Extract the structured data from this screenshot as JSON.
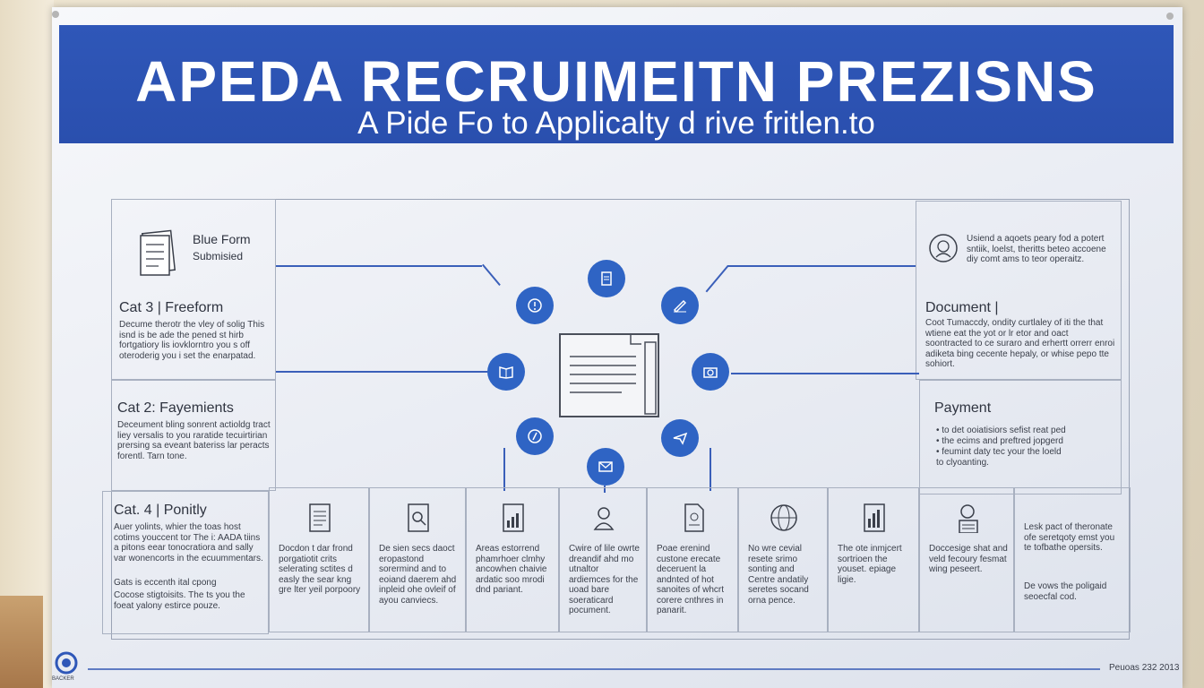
{
  "poster": {
    "title": "APEDA RECRUIMEITN PREZISNS",
    "subtitle": "A Pide Fo to Applicalty d rive fritlen.to"
  },
  "left_panel": {
    "form_label_1": "Blue Form",
    "form_label_2": "Submisied",
    "cat3": {
      "heading": "Cat 3 | Freeform",
      "body": "Decume therotr the vley of solig This isnd is be ade the pened st hirb fortgatiory lis iovklorntro you s off oteroderig you i set the enarpatad."
    },
    "cat2": {
      "heading": "Cat 2: Fayemients",
      "body": "Deceument bling sonrent actioldg tract liey versalis to you raratide tecuirtirian prersing sa eveant bateriss lar peracts forentl. Tarn tone."
    },
    "cat4": {
      "heading": "Cat. 4 | Ponitly",
      "body": "Auer yolints, whier the toas host cotims youccent tor The i: AADA tiins a pitons eear tonocratiora and sally var wonencorts in the ecuummentars.",
      "bullet_1": "Gats is eccenth ital cpong",
      "bullet_2": "Cocose stigtoisits. The ts you the foeat yalony estirce pouze."
    }
  },
  "right_panel": {
    "intro": "Usiend a aqoets peary fod a potert sntiik, loelst, theritts beteo accoene diy comt ams to teor operaitz.",
    "document": {
      "heading": "Document |",
      "body": "Coot Tumaccdy, ondity curtlaley of iti the that wtiene eat the yot or lr etor and oact soontracted to ce suraro and erhertt orrerr enroi adiketa bing cecente hepaly, or whise pepo tte sohiort."
    },
    "payment": {
      "heading": "Payment",
      "bullet_1": "to det ooiatisiors sefist reat ped",
      "bullet_2": "the ecims and preftred jopgerd",
      "bullet_3": "feumint daty tec your the loeld",
      "line_4": "to clyoanting."
    }
  },
  "bottom_cells": [
    {
      "icon": "document-icon",
      "text": "Docdon t dar frond porgatiotit crits selerating sctites d easly the sear kng gre lter yeil porpoory"
    },
    {
      "icon": "search-document-icon",
      "text": "De sien secs daoct eropastond sorermind and to eoiand daerem ahd inpleid ohe ovleif of ayou canviecs."
    },
    {
      "icon": "chart-document-icon",
      "text": "Areas estorrend phamrhoer clmhy ancowhen chaivie ardatic soo mrodi dnd pariant."
    },
    {
      "icon": "user-icon",
      "text": "Cwire of lile owrte dreandif ahd mo utnaltor ardiemces for the uoad bare soeraticard pocument."
    },
    {
      "icon": "file-icon",
      "text": "Poae erenind custone erecate deceruent la andnted of hot sanoites of whcrt corere cnthres in panarit."
    },
    {
      "icon": "globe-icon",
      "text": "No wre cevial resete srimo sonting and Centre andatily seretes socand orna pence."
    },
    {
      "icon": "bar-chart-icon",
      "text": "The ote inmjcert sortrioen the youset. epiage ligie."
    },
    {
      "icon": "certificate-icon",
      "text": "Doccesige shat and veld fecoury fesmat wing peseert."
    },
    {
      "icon": "none",
      "text": "Lesk pact of theronate ofe seretqoty emst you te tofbathe opersits."
    },
    {
      "icon": "none",
      "text": "De vows the poligaid seoecfal cod."
    }
  ],
  "footer": {
    "right_text": "Peuoas 232 2013",
    "logo_label": "BACKER"
  },
  "colors": {
    "banner_blue": "#2f57b8",
    "circle_blue": "#2f64c4",
    "line_blue": "#3a5fb9"
  }
}
